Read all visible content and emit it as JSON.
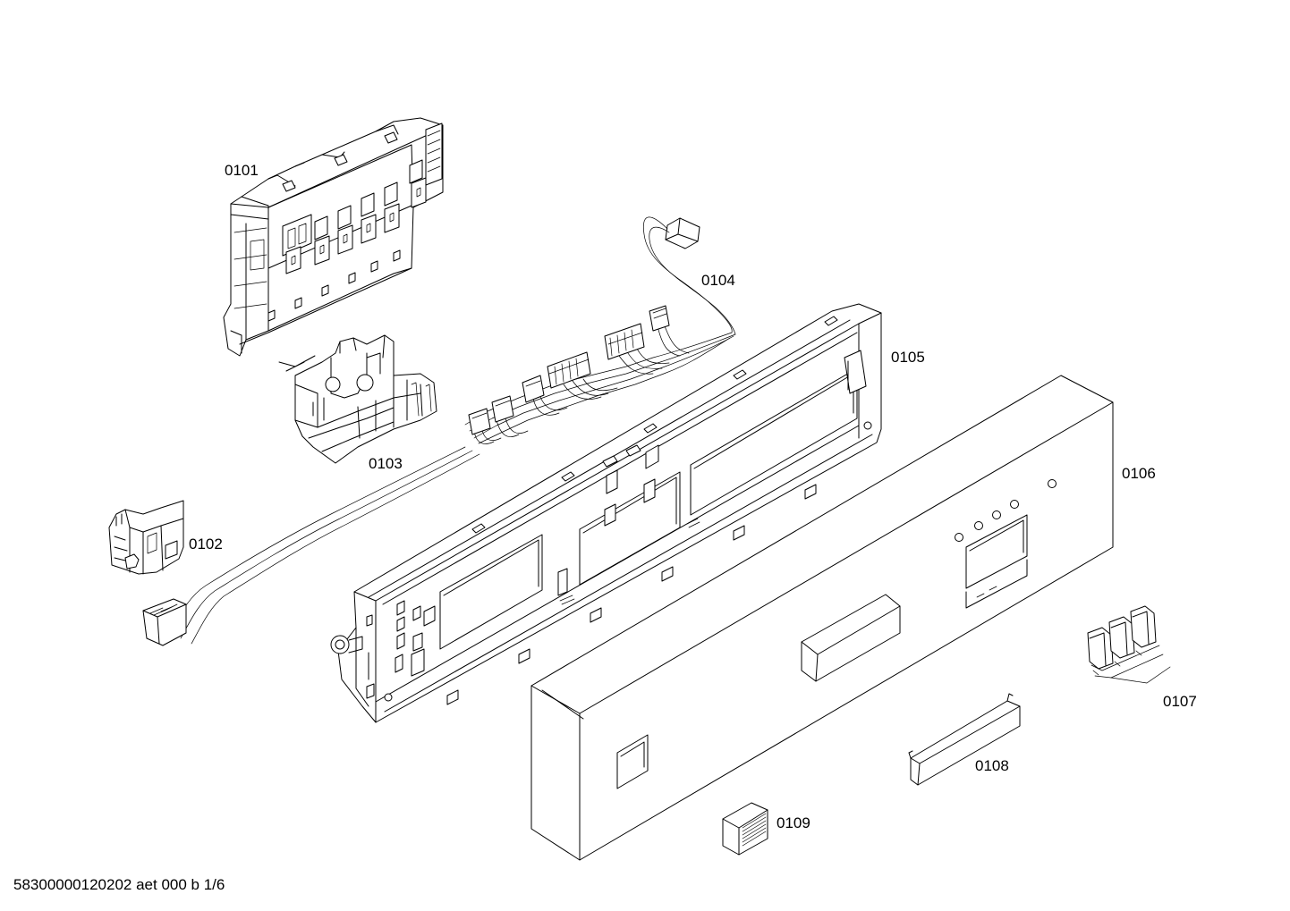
{
  "parts": [
    {
      "id": "p0101",
      "label": "0101"
    },
    {
      "id": "p0102",
      "label": "0102"
    },
    {
      "id": "p0103",
      "label": "0103"
    },
    {
      "id": "p0104",
      "label": "0104"
    },
    {
      "id": "p0105",
      "label": "0105"
    },
    {
      "id": "p0106",
      "label": "0106"
    },
    {
      "id": "p0107",
      "label": "0107"
    },
    {
      "id": "p0108",
      "label": "0108"
    },
    {
      "id": "p0109",
      "label": "0109"
    }
  ],
  "footer": {
    "drawing_id": "58300000120202 aet 000 b 1/6"
  }
}
